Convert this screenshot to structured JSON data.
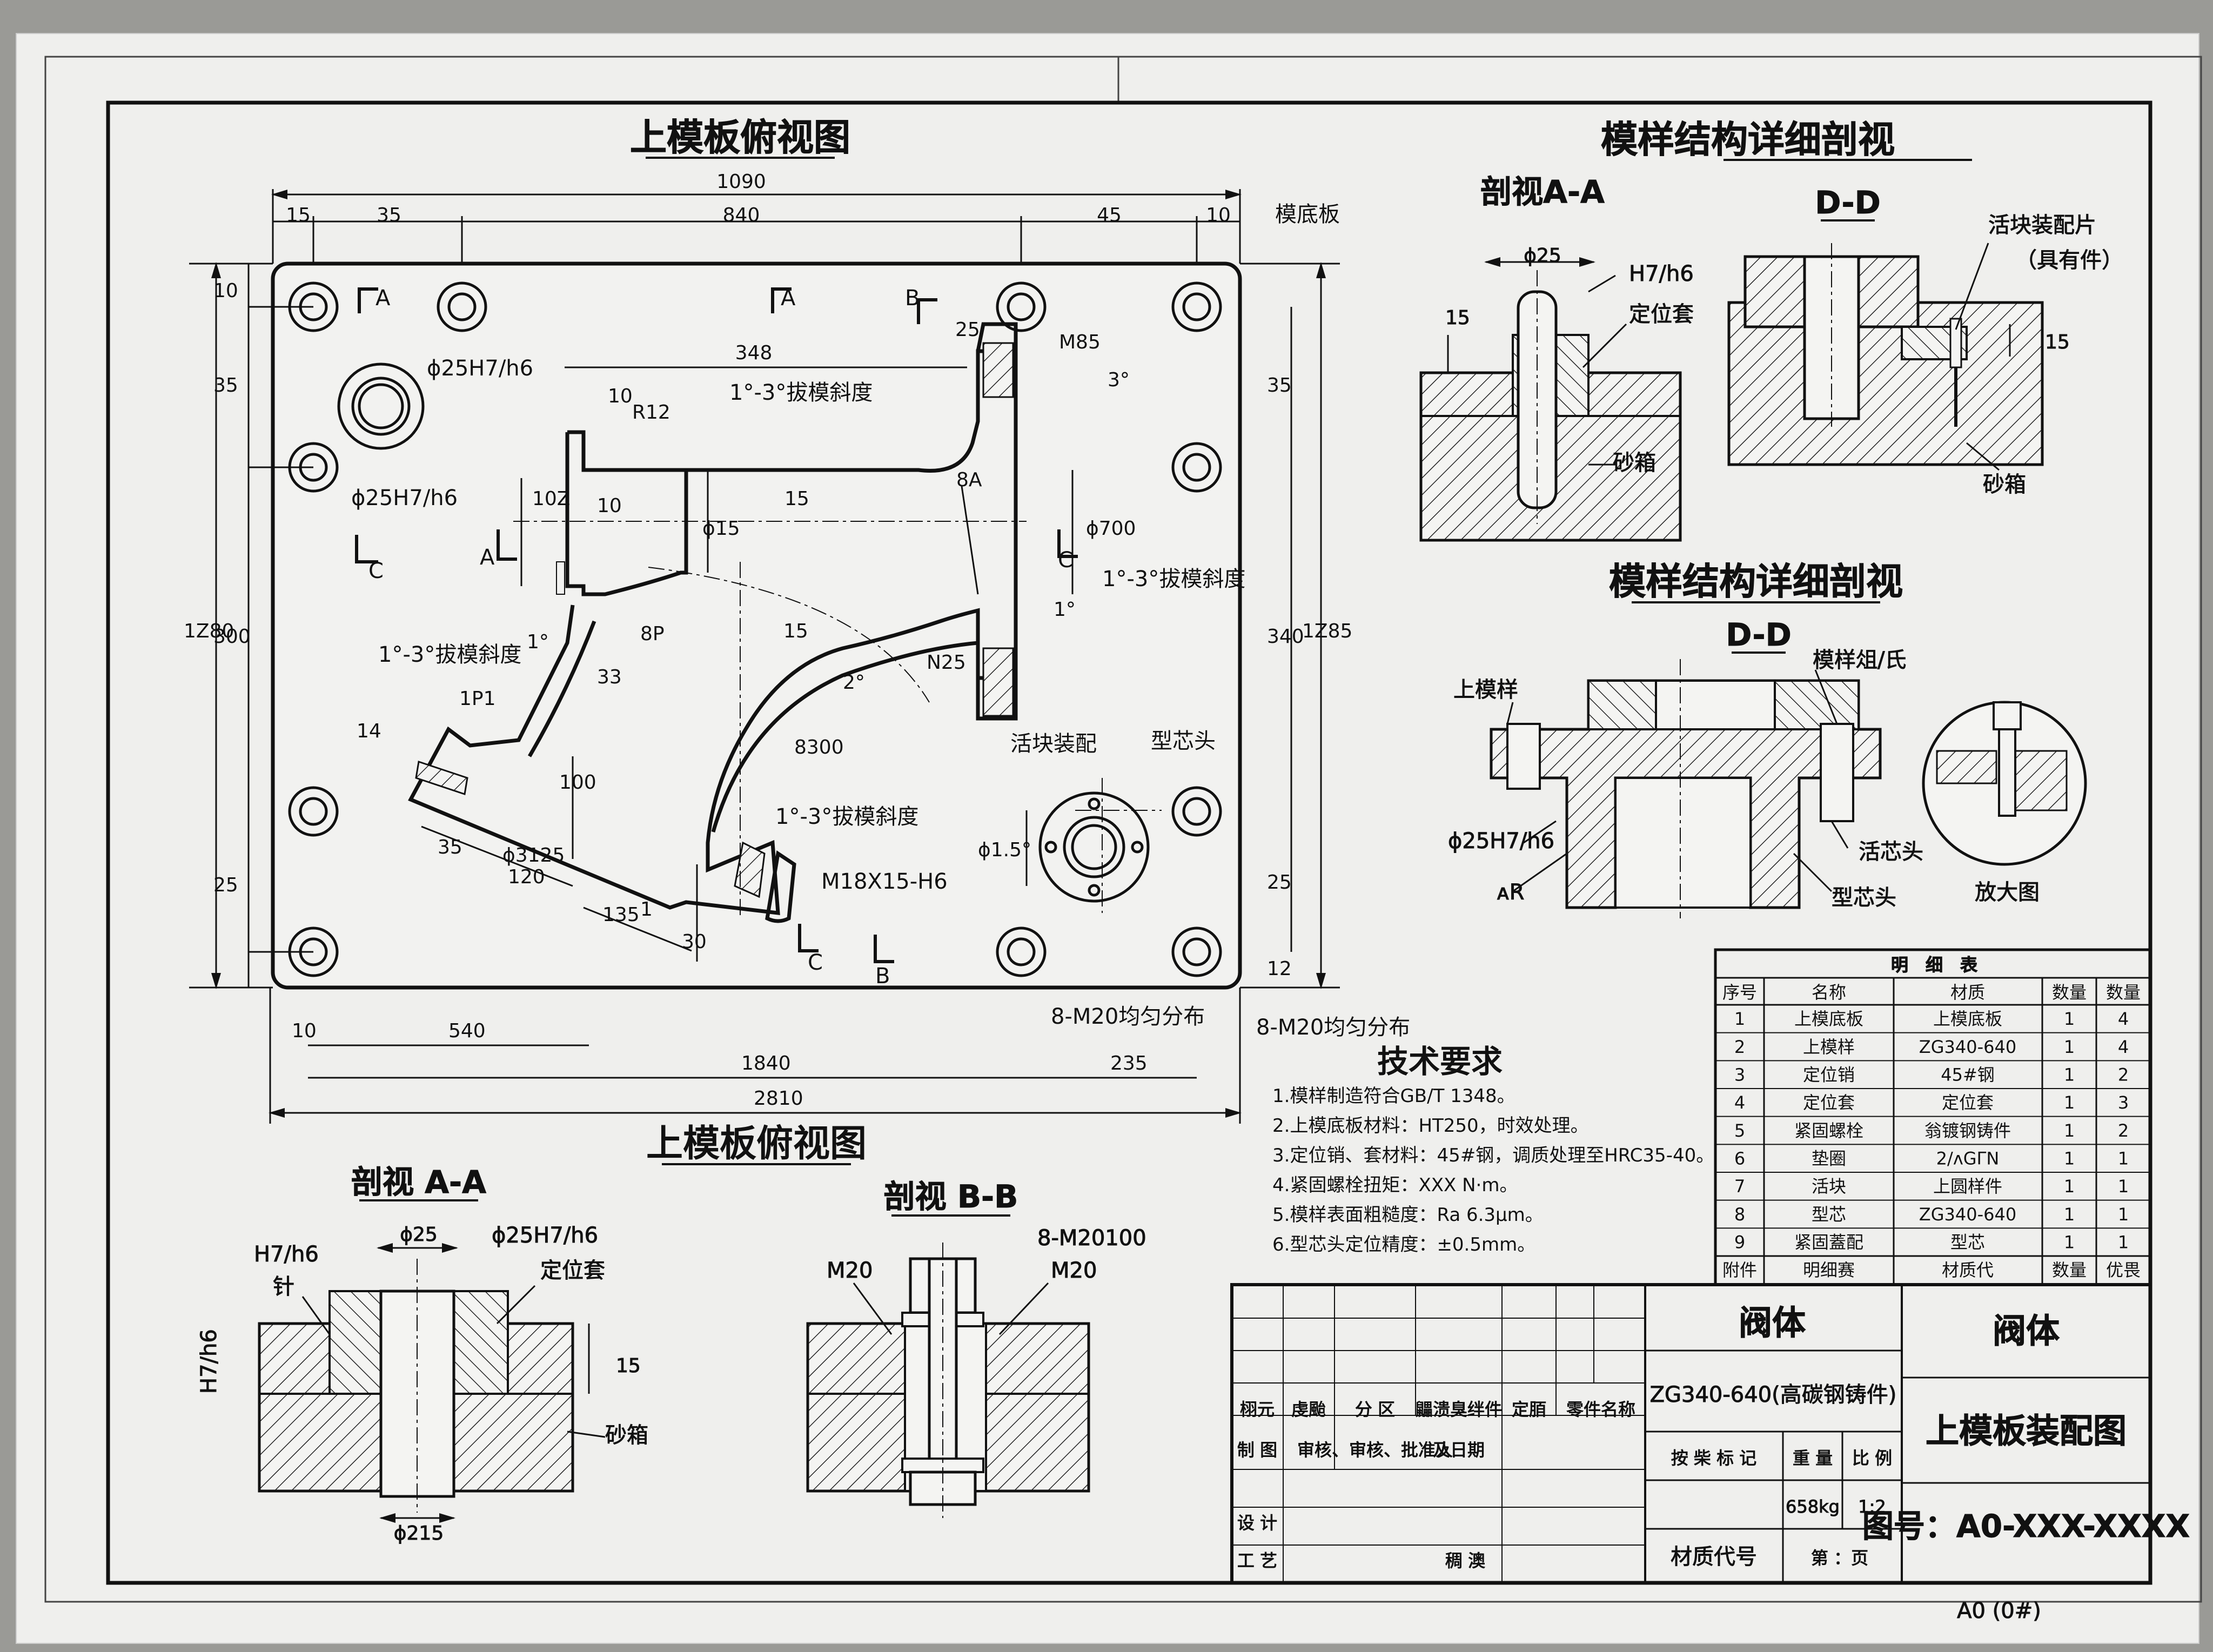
{
  "titles": {
    "plan_view_top": "上模板俯视图",
    "plan_view_bottom": "上模板俯视图",
    "detail_right": "模样结构详细剖视",
    "detail_right2": "模样结构详细剖视",
    "section_aa_right": "剖视A-A",
    "dd_top": "D-D",
    "dd_mid": "D-D",
    "section_aa_bottom": "剖视 A-A",
    "section_bb": "剖视 B-B"
  },
  "plan_dims": {
    "overall_1090": "1090",
    "d15": "15",
    "d35": "35",
    "d840": "840",
    "d45": "45",
    "d10": "10",
    "d348": "348",
    "d10b": "10",
    "R12": "R12",
    "d25": "25",
    "M85": "M85",
    "deg3": "3°",
    "left_10": "10",
    "left_35": "35",
    "left_300": "300",
    "left_25": "25",
    "left_1Z80": "1Z80",
    "right_35": "35",
    "right_340": "340",
    "right_25": "25",
    "right_12": "12",
    "right_1Z85": "1Z85",
    "d10Z": "10Z",
    "d10c": "10",
    "d15v": "15",
    "d15h": "15",
    "phi15": "ϕ15",
    "d8A": "8A",
    "phi700": "ϕ700",
    "d8P": "8P",
    "d33": "33",
    "d15c": "15",
    "deg2": "2°",
    "deg1a": "1°",
    "deg1b": "1°",
    "deg1c": "1",
    "N25": "N25",
    "d14": "14",
    "d1P1": "1P1",
    "d100": "100",
    "d8300": "8300",
    "d35b": "35",
    "phi3125": "ϕ3125",
    "d120": "120",
    "d135": "135",
    "d30": "30",
    "M18": "M18X15-H6",
    "phi15v": "ϕ1.5°",
    "bot_10": "10",
    "bot_540": "540",
    "bot_1840": "1840",
    "bot_235": "235",
    "bot_2810": "2810"
  },
  "plan_labels": {
    "base_plate": "模底板",
    "phi25a": "ϕ25H7/h6",
    "phi25b": "ϕ25H7/h6",
    "draft1": "1°-3°拔模斜度",
    "draft2": "1°-3°拔模斜度",
    "draft3": "1°-3°拔模斜度",
    "draft4": "1°-3°拔模斜度",
    "loose_piece": "活块装配",
    "core_head": "型芯头",
    "bolts1": "8-M20均匀分布",
    "bolts2": "8-M20均匀分布",
    "cut_A1": "A",
    "cut_A2": "A",
    "cut_A3": "A",
    "cut_B1": "B",
    "cut_B2": "B",
    "cut_C1": "C",
    "cut_C2": "C",
    "cut_C3": "C"
  },
  "aa_right": {
    "phi25": "ϕ25",
    "h7h6": "H7/h6",
    "sleeve": "定位套",
    "d15": "15",
    "flask": "砂箱"
  },
  "dd_top": {
    "piece": "活块装配片",
    "piece2": "（具有件）",
    "d15": "15",
    "flask": "砂箱"
  },
  "dd_mid": {
    "upper_pattern": "上模样",
    "pattern_group": "模样俎/氏",
    "phi25": "ϕ25H7/h6",
    "R": "ᴀR",
    "core_head": "活芯头",
    "core_head2": "型芯头",
    "enlarge": "放大图"
  },
  "aa_bottom": {
    "h7h6": "H7/h6",
    "pin": "针",
    "h7h6v": "H7/h6",
    "phi25": "ϕ25",
    "phi25h": "ϕ25H7/h6",
    "sleeve": "定位套",
    "d15": "15",
    "flask": "砂箱",
    "phi215": "ϕ215"
  },
  "bb": {
    "m20a": "M20",
    "m20b": "M20",
    "m20c": "8-M20100"
  },
  "tech": {
    "heading": "技术要求",
    "lines": [
      "1.模样制造符合GB/T 1348。",
      "2.上模底板材料：HT250，时效处理。",
      "3.定位销、套材料：45#钢，调质处理至HRC35-40。",
      "4.紧固螺栓扭矩：XXX N·m。",
      "5.模样表面粗糙度：Ra 6.3μm。",
      "6.型芯头定位精度：±0.5mm。"
    ]
  },
  "bom": {
    "title": "明　细　表",
    "headers": [
      "序号",
      "名称",
      "材质",
      "数量",
      "数量"
    ],
    "rows": [
      [
        "1",
        "上模底板",
        "上模底板",
        "1",
        "4"
      ],
      [
        "2",
        "上模样",
        "ZG340-640",
        "1",
        "4"
      ],
      [
        "3",
        "定位销",
        "45#钢",
        "1",
        "2"
      ],
      [
        "4",
        "定位套",
        "定位套",
        "1",
        "3"
      ],
      [
        "5",
        "紧固螺栓",
        "翁镀钢铸件",
        "1",
        "2"
      ],
      [
        "6",
        "垫圈",
        "2/ᴧGΓN",
        "1",
        "1"
      ],
      [
        "7",
        "活块",
        "上圆样件",
        "1",
        "1"
      ],
      [
        "8",
        "型芯",
        "ZG340-640",
        "1",
        "1"
      ],
      [
        "9",
        "紧固蓋配",
        "型芯",
        "1",
        "1"
      ]
    ],
    "footer": [
      "附件",
      "明细赛",
      "材质代",
      "数量",
      "优畏"
    ]
  },
  "title_block": {
    "part_name": "阀体",
    "material": "ZG340-640(高碳钢铸件)",
    "right_name": "阀体",
    "drawing_name": "上模板装配图",
    "drawing_no": "图号：A0-XXX-XXXX",
    "weight_hdr": "按 柴 标 记",
    "weight_lbl": "重 量",
    "scale_lbl": "比 例",
    "weight": "658kg",
    "scale": "1:2",
    "mat_code": "材质代号",
    "page": "第 ：页",
    "sheet_size": "A0 (0#)",
    "r1": [
      "栩元",
      "虔颱",
      "分 区",
      "鼺溃臭绊件",
      "定脜",
      "零件名称"
    ],
    "r2": [
      "制 图",
      "审核、审核、批准人",
      "及日期"
    ],
    "design": "设 计",
    "craft": "工 艺",
    "c3": "稠 澳"
  }
}
